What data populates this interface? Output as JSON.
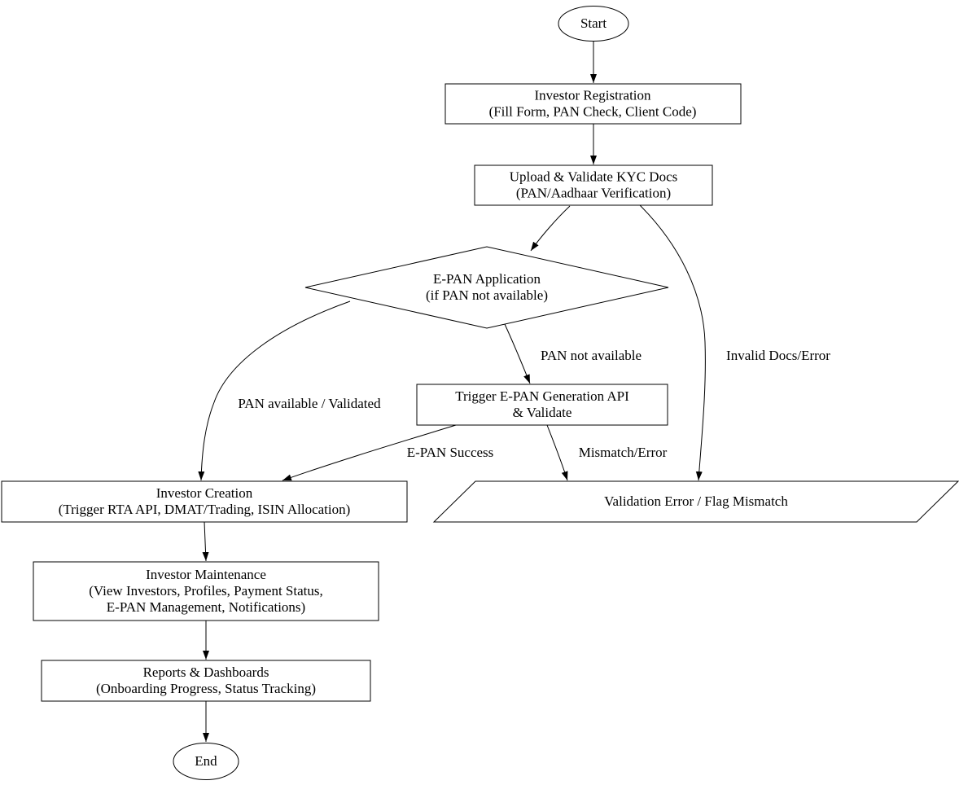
{
  "flowchart": {
    "nodes": {
      "start": {
        "shape": "ellipse",
        "label": "Start"
      },
      "investor_registration": {
        "shape": "rect",
        "lines": [
          "Investor Registration",
          "(Fill Form, PAN Check, Client Code)"
        ]
      },
      "upload_validate_kyc": {
        "shape": "rect",
        "lines": [
          "Upload & Validate KYC Docs",
          "(PAN/Aadhaar Verification)"
        ]
      },
      "epan_application": {
        "shape": "diamond",
        "lines": [
          "E-PAN Application",
          "(if PAN not available)"
        ]
      },
      "trigger_epan_api": {
        "shape": "rect",
        "lines": [
          "Trigger E-PAN Generation API",
          "& Validate"
        ]
      },
      "investor_creation": {
        "shape": "rect",
        "lines": [
          "Investor Creation",
          "(Trigger RTA API, DMAT/Trading, ISIN Allocation)"
        ]
      },
      "validation_error": {
        "shape": "parallelogram",
        "label": "Validation Error / Flag Mismatch"
      },
      "investor_maintenance": {
        "shape": "rect",
        "lines": [
          "Investor Maintenance",
          "(View Investors, Profiles, Payment Status,",
          "E-PAN Management, Notifications)"
        ]
      },
      "reports_dashboards": {
        "shape": "rect",
        "lines": [
          "Reports & Dashboards",
          "(Onboarding Progress, Status Tracking)"
        ]
      },
      "end": {
        "shape": "ellipse",
        "label": "End"
      }
    },
    "edge_labels": {
      "pan_not_available": "PAN not available",
      "invalid_docs_error": "Invalid Docs/Error",
      "pan_available_validated": "PAN available / Validated",
      "epan_success": "E-PAN Success",
      "mismatch_error": "Mismatch/Error"
    },
    "colors": {
      "background": "#ffffff",
      "node_fill": "#ffffff",
      "stroke": "#000000",
      "text": "#000000"
    }
  }
}
